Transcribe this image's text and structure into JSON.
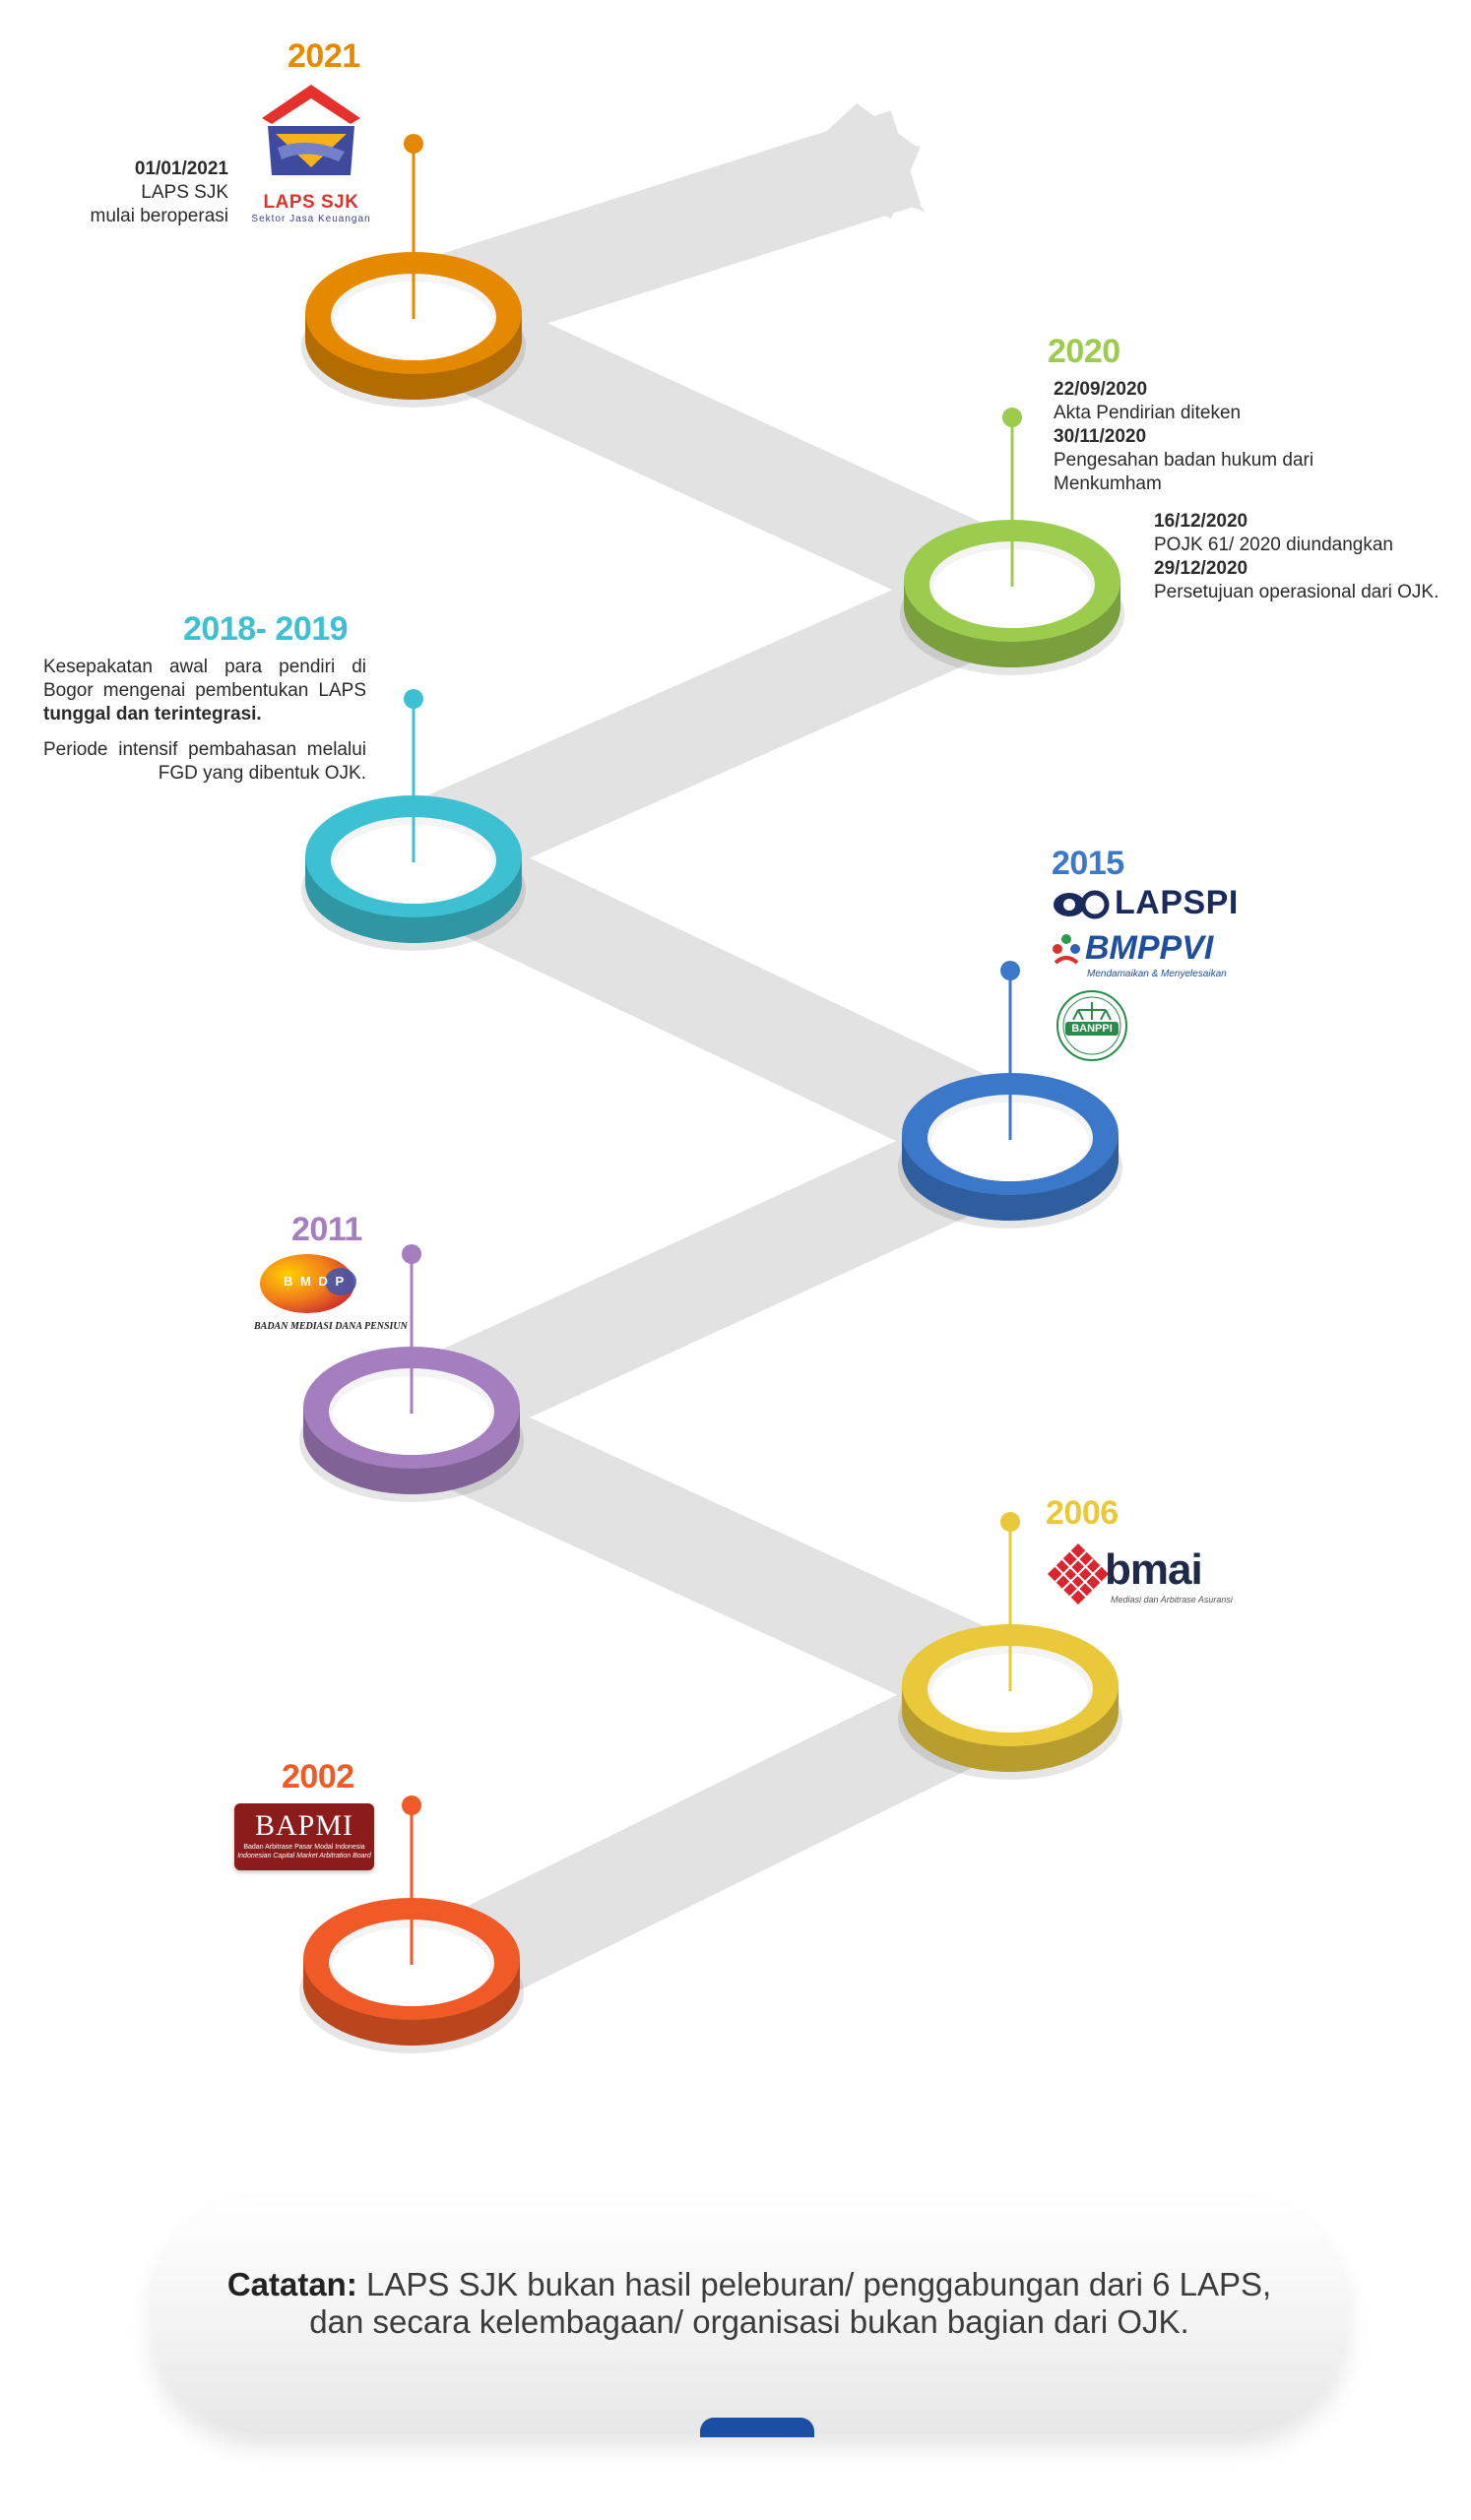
{
  "milestones": {
    "y2021": {
      "year": "2021",
      "color": "#e58a00",
      "date": "01/01/2021",
      "line1": "LAPS SJK",
      "line2": "mulai beroperasi",
      "logo_text": "LAPS SJK",
      "logo_sub": "Sektor Jasa Keuangan"
    },
    "y2020": {
      "year": "2020",
      "color": "#9ccc4e",
      "d1": "22/09/2020",
      "t1": "Akta Pendirian diteken",
      "d2": "30/11/2020",
      "t2a": "Pengesahan badan hukum dari",
      "t2b": "Menkumham",
      "d3": "16/12/2020",
      "t3": "POJK 61/ 2020 diundangkan",
      "d4": "29/12/2020",
      "t4": "Persetujuan operasional dari OJK."
    },
    "y2018": {
      "year": "2018- 2019",
      "color": "#3cc0d2",
      "p1a": "Kesepakatan awal para pendiri di Bogor mengenai pembentukan LAPS",
      "p1b": "tunggal dan terintegrasi.",
      "p2": "Periode intensif pembahasan melalui FGD yang dibentuk OJK."
    },
    "y2015": {
      "year": "2015",
      "color": "#3b78c9",
      "logo1": "LAPSPI",
      "logo2": "BMPPVI",
      "logo2_sub": "Mendamaikan & Menyelesaikan",
      "logo3": "BANPPI"
    },
    "y2011": {
      "year": "2011",
      "color": "#a57ec0",
      "logo": "B M D P",
      "logo_sub": "BADAN MEDIASI DANA PENSIUN"
    },
    "y2006": {
      "year": "2006",
      "color": "#e9c93a",
      "logo": "bmai",
      "logo_sub": "Mediasi dan Arbitrase Asuransi"
    },
    "y2002": {
      "year": "2002",
      "color": "#f05a26",
      "logo": "BAPMI",
      "logo_sub1": "Badan Arbitrase Pasar Modal Indonesia",
      "logo_sub2": "Indonesian Capital Market Arbitration Board"
    }
  },
  "note": {
    "label": "Catatan:",
    "line1": "LAPS SJK bukan hasil peleburan/ penggabungan dari 6 LAPS,",
    "line2": "dan secara kelembagaan/ organisasi bukan bagian dari OJK."
  }
}
